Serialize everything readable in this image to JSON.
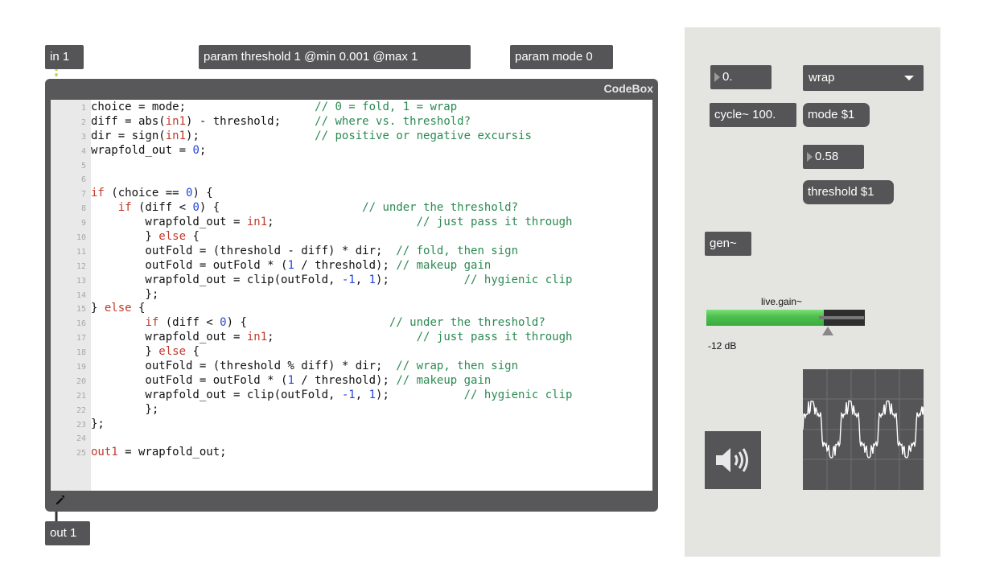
{
  "patch": {
    "inlet": "in 1",
    "param_threshold": "param threshold 1 @min 0.001 @max 1",
    "param_mode": "param mode 0",
    "outlet": "out 1"
  },
  "codebox": {
    "title": "CodeBox",
    "lines": [
      {
        "n": "1",
        "code": "choice = mode;                   // 0 = fold, 1 = wrap"
      },
      {
        "n": "2",
        "code": "diff = abs(in1) - threshold;     // where vs. threshold?"
      },
      {
        "n": "3",
        "code": "dir = sign(in1);                 // positive or negative excursis"
      },
      {
        "n": "4",
        "code": "wrapfold_out = 0;"
      },
      {
        "n": "5",
        "code": ""
      },
      {
        "n": "6",
        "code": ""
      },
      {
        "n": "7",
        "code": "if (choice == 0) {"
      },
      {
        "n": "8",
        "code": "    if (diff < 0) {                     // under the threshold?"
      },
      {
        "n": "9",
        "code": "        wrapfold_out = in1;                     // just pass it through"
      },
      {
        "n": "10",
        "code": "        } else {"
      },
      {
        "n": "11",
        "code": "        outFold = (threshold - diff) * dir;  // fold, then sign"
      },
      {
        "n": "12",
        "code": "        outFold = outFold * (1 / threshold); // makeup gain"
      },
      {
        "n": "13",
        "code": "        wrapfold_out = clip(outFold, -1, 1);           // hygienic clip"
      },
      {
        "n": "14",
        "code": "        };"
      },
      {
        "n": "15",
        "code": "} else {"
      },
      {
        "n": "16",
        "code": "        if (diff < 0) {                     // under the threshold?"
      },
      {
        "n": "17",
        "code": "        wrapfold_out = in1;                     // just pass it through"
      },
      {
        "n": "18",
        "code": "        } else {"
      },
      {
        "n": "19",
        "code": "        outFold = (threshold % diff) * dir;  // wrap, then sign"
      },
      {
        "n": "20",
        "code": "        outFold = outFold * (1 / threshold); // makeup gain"
      },
      {
        "n": "21",
        "code": "        wrapfold_out = clip(outFold, -1, 1);           // hygienic clip"
      },
      {
        "n": "22",
        "code": "        };"
      },
      {
        "n": "23",
        "code": "};"
      },
      {
        "n": "24",
        "code": ""
      },
      {
        "n": "25",
        "code": "out1 = wrapfold_out;"
      }
    ]
  },
  "controls": {
    "freq_number": "0.",
    "mode_menu": "wrap",
    "cycle": "cycle~ 100.",
    "mode_msg": "mode $1",
    "threshold_number": "0.58",
    "threshold_msg": "threshold $1",
    "gen": "gen~",
    "gain_label": "live.gain~",
    "gain_value": "-12 dB",
    "gain_level": 0.74
  },
  "icons": {
    "wrench": "wrench-icon",
    "speaker": "speaker-icon",
    "scope": "oscilloscope-icon"
  },
  "colors": {
    "object_bg": "#555557",
    "patchcord": "#c9d23a",
    "meter_green": "#4fc04f",
    "keyword_red": "#c0392b",
    "number_blue": "#2646d8",
    "comment_green": "#2b8a52"
  }
}
